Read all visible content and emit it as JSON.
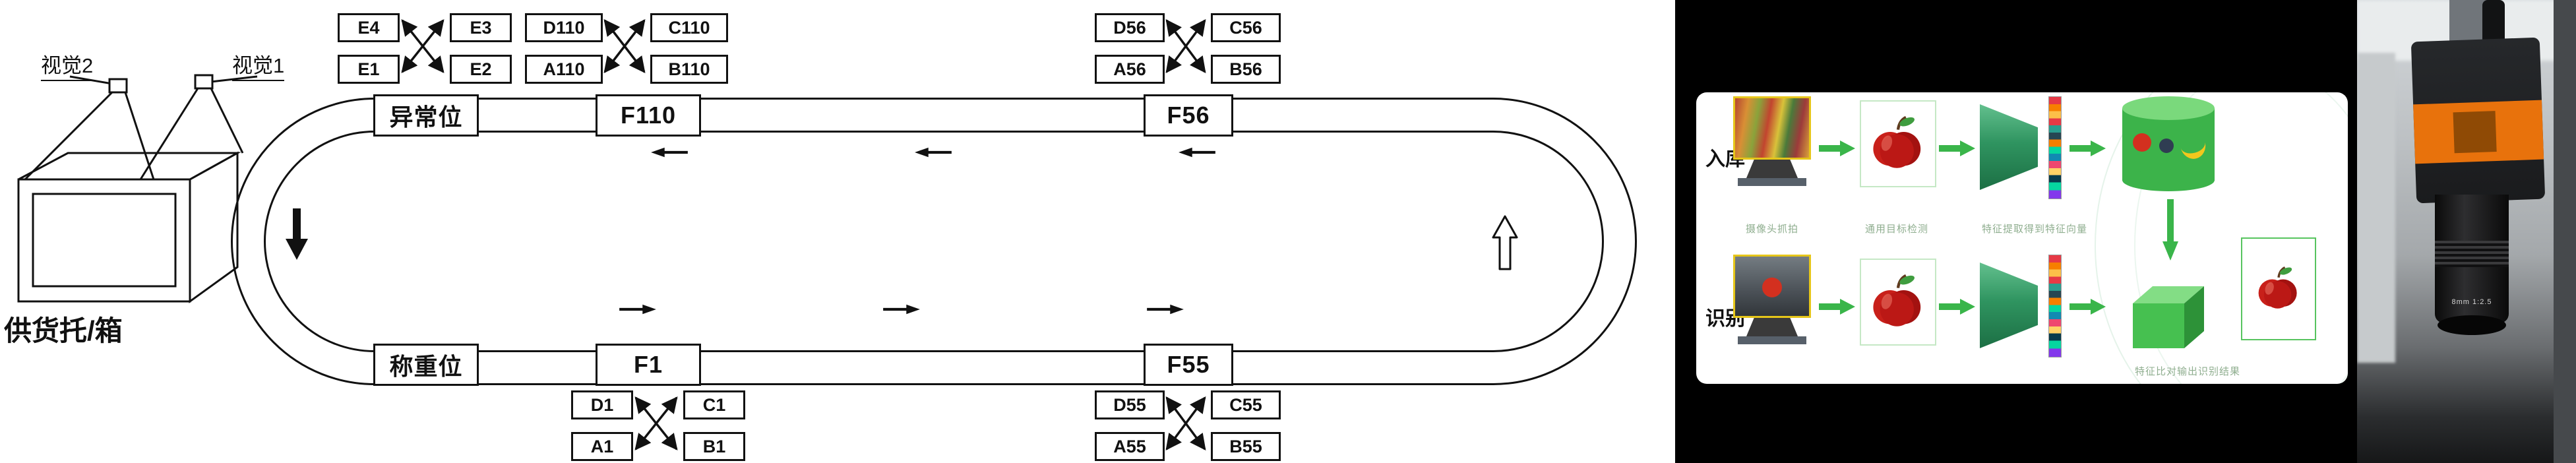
{
  "diagram": {
    "vision2_label": "视觉2",
    "vision1_label": "视觉1",
    "supply_label": "供货托/箱",
    "stations": {
      "abnormal": "异常位",
      "f110": "F110",
      "f56": "F56",
      "weighing": "称重位",
      "f1": "F1",
      "f55": "F55"
    },
    "groups": {
      "e": [
        "E4",
        "E3",
        "E1",
        "E2"
      ],
      "g110": [
        "D110",
        "C110",
        "A110",
        "B110"
      ],
      "g56": [
        "D56",
        "C56",
        "A56",
        "B56"
      ],
      "g1": [
        "D1",
        "C1",
        "A1",
        "B1"
      ],
      "g55": [
        "D55",
        "C55",
        "A55",
        "B55"
      ]
    }
  },
  "pipeline": {
    "row1_label": "入库",
    "row2_label": "识别",
    "captions": {
      "camera": "摄像头抓拍",
      "detection": "通用目标检测",
      "feature": "特征提取得到特征向量",
      "compare": "特征比对输出识别结果"
    }
  },
  "photo": {
    "lens_label": "8mm 1:2.5"
  },
  "colors": {
    "accent_green": "#3ab54a",
    "screen_frame_yellow": "#e6c619",
    "camera_orange": "#e8720c",
    "diagram_ink": "#111111",
    "pipeline_bg": "#000000"
  }
}
